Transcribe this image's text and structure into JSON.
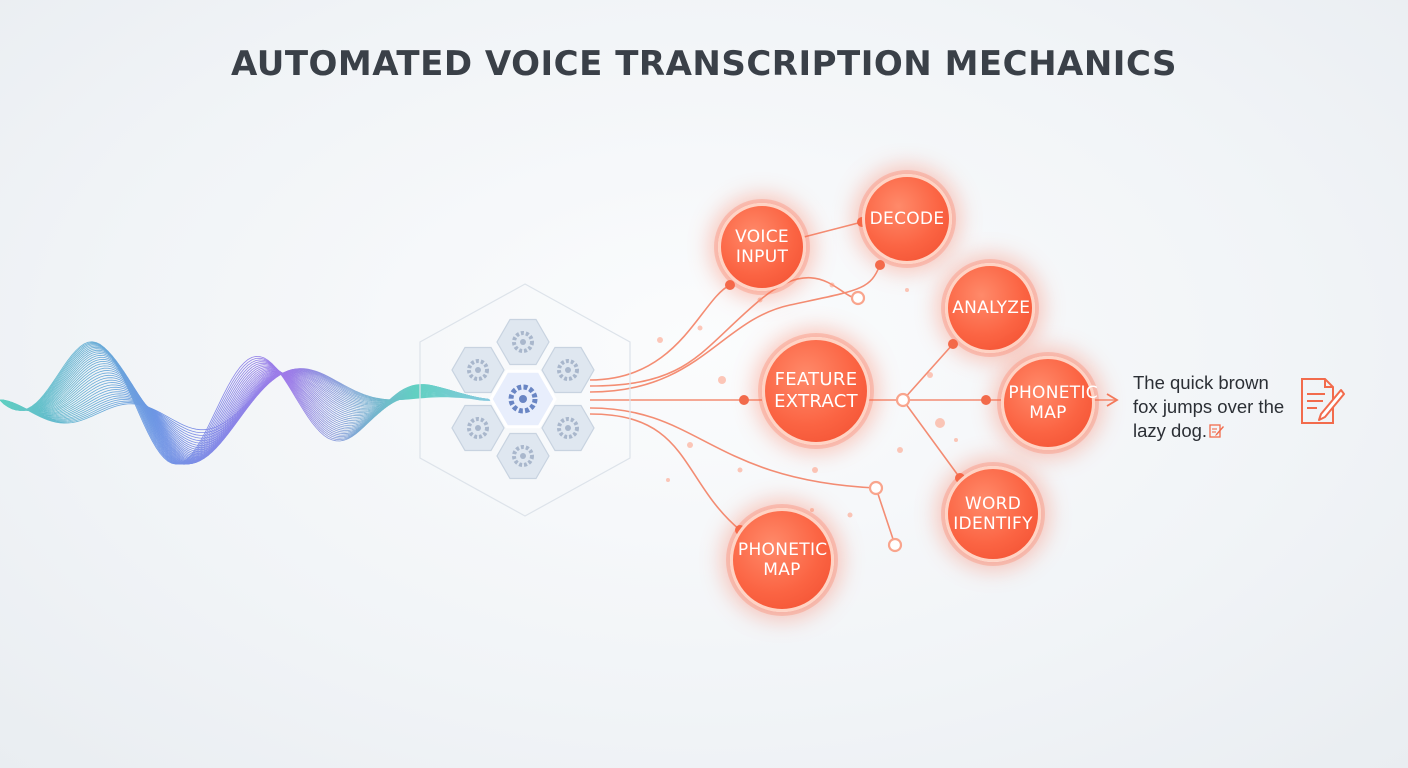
{
  "title": "AUTOMATED VOICE TRANSCRIPTION MECHANICS",
  "nodes": {
    "voice_input": "VOICE INPUT",
    "decode": "DECODE",
    "analyze": "ANALYZE",
    "feature_extract": "FEATURE EXTRACT",
    "phonetic_map_right": "PHONETIC MAP",
    "word_identify": "WORD IDENTIFY",
    "phonetic_map_bottom": "PHONETIC MAP"
  },
  "output": {
    "text": "The quick brown fox jumps over the lazy dog."
  },
  "colors": {
    "accent": "#fb6443",
    "title": "#3a4048",
    "wave_blue": "#4d7ee0",
    "wave_purple": "#8a5ce6",
    "wave_teal": "#3cc7b4"
  },
  "icons": [
    "waveform-icon",
    "gear-icon",
    "document-pencil-icon",
    "pencil-icon",
    "arrow-right-icon"
  ]
}
